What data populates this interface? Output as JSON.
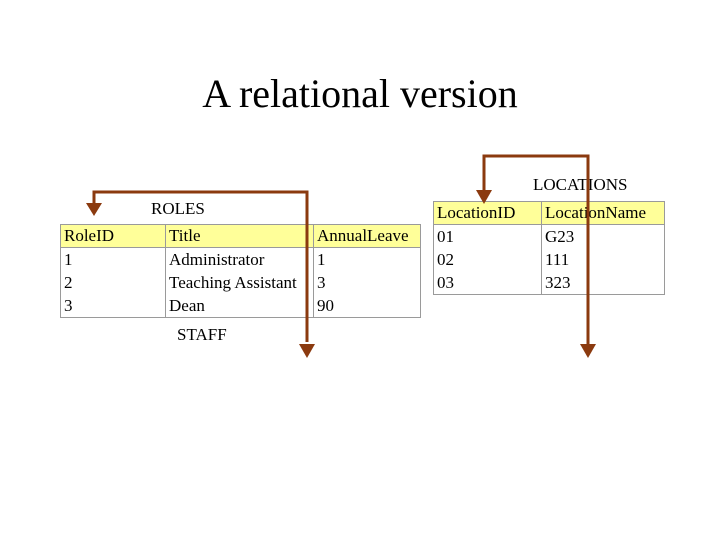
{
  "title": "A relational version",
  "roles": {
    "label": "ROLES",
    "headers": [
      "RoleID",
      "Title",
      "AnnualLeave"
    ],
    "rows": [
      [
        "1",
        "Administrator",
        "1"
      ],
      [
        "2",
        "Teaching Assistant",
        "3"
      ],
      [
        "3",
        "Dean",
        "90"
      ]
    ]
  },
  "locations": {
    "label": "LOCATIONS",
    "headers": [
      "LocationID",
      "LocationName"
    ],
    "rows": [
      [
        "01",
        "G23"
      ],
      [
        "02",
        "111"
      ],
      [
        "03",
        "323"
      ]
    ]
  },
  "staff": {
    "label": "STAFF"
  },
  "colors": {
    "arrow": "#8b3a0f",
    "header_bg": "#ffff99",
    "border": "#9a9a9a"
  }
}
